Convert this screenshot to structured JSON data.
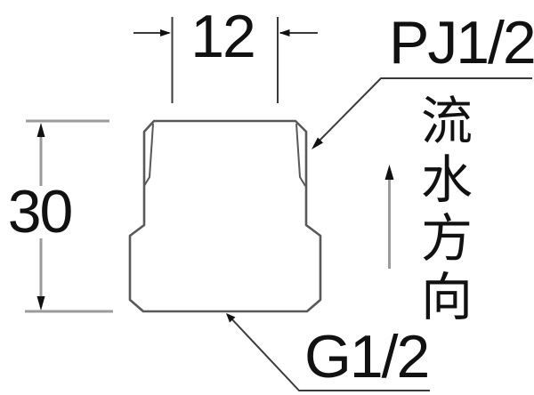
{
  "diagram": {
    "type": "technical-drawing",
    "subject": "pipe-fitting-side-view",
    "dimensions": {
      "width": {
        "value": "12",
        "orientation": "horizontal",
        "position": "top"
      },
      "height": {
        "value": "30",
        "orientation": "vertical",
        "position": "left"
      }
    },
    "threads": {
      "top": {
        "label": "PJ1/2",
        "target": "upper-thread-chamfer"
      },
      "bottom": {
        "label": "G1/2",
        "target": "bottom-face"
      }
    },
    "flow": {
      "label": "流水方向",
      "direction": "up"
    }
  },
  "colors": {
    "background": "#ffffff",
    "outline": "#58595b",
    "detail": "#3a3a3a",
    "dimension": "#9b9b9b",
    "arrow": "#111111",
    "text": "#111111"
  }
}
